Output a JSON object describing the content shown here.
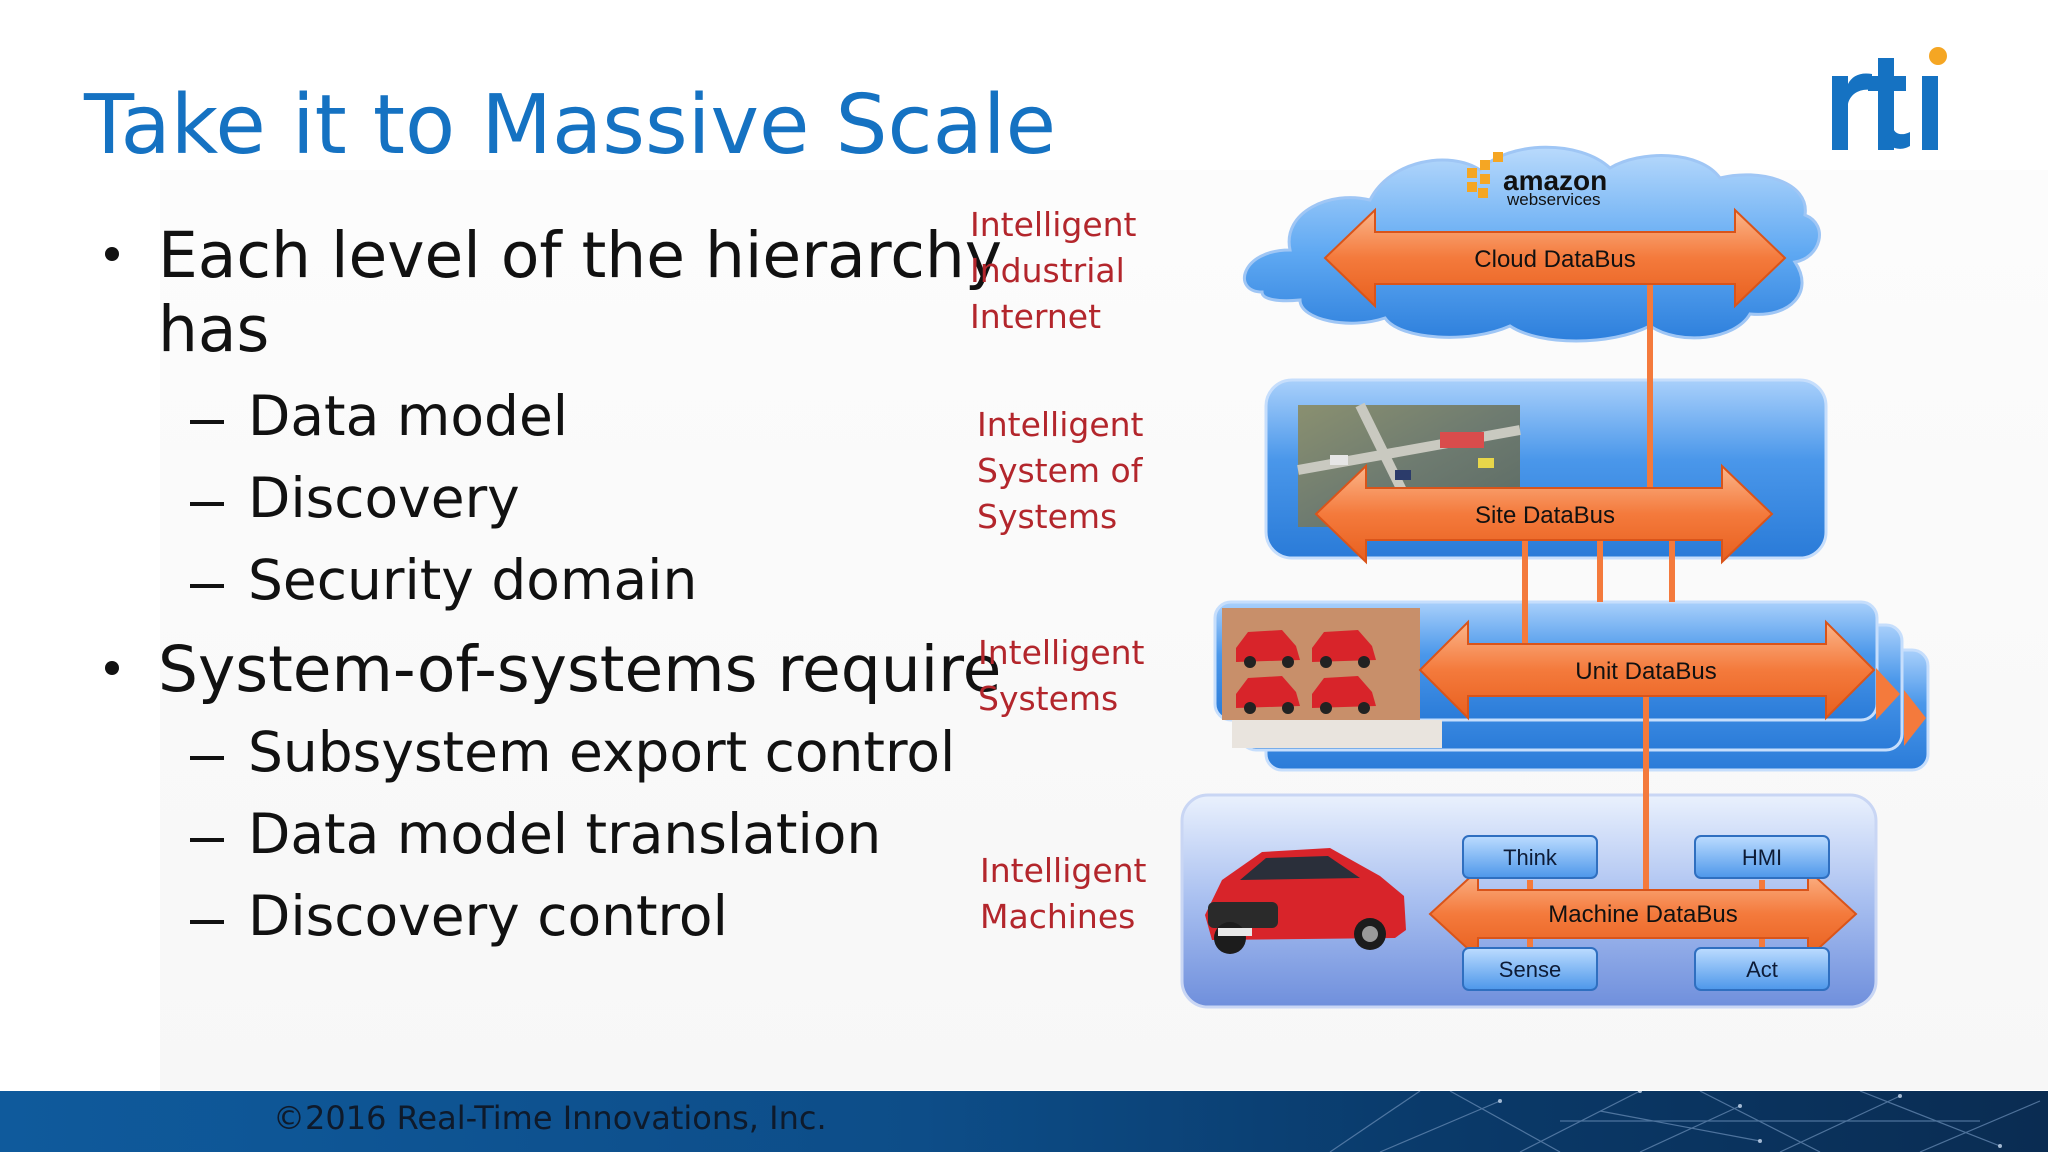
{
  "slide": {
    "title": "Take it to Massive Scale",
    "bullets": [
      {
        "text_line1": "Each level of the hierarchy",
        "text_line2": "has",
        "subitems": [
          "Data model",
          "Discovery",
          "Security domain"
        ]
      },
      {
        "text": "System-of-systems require",
        "subitems": [
          "Subsystem export control",
          "Data model translation",
          "Discovery control"
        ]
      }
    ],
    "footer": "©2016 Real-Time Innovations, Inc.",
    "logo_text": "rti"
  },
  "diagram": {
    "levels": [
      {
        "line1": "Intelligent",
        "line2": "Industrial",
        "line3": "Internet"
      },
      {
        "line1": "Intelligent",
        "line2": "System of",
        "line3": "Systems"
      },
      {
        "line1": "Intelligent",
        "line2": "Systems"
      },
      {
        "line1": "Intelligent",
        "line2": "Machines"
      }
    ],
    "cloud": {
      "brand": "amazon",
      "brand_sub": "webservices",
      "bus": "Cloud DataBus"
    },
    "site": {
      "bus": "Site DataBus"
    },
    "unit": {
      "bus": "Unit DataBus"
    },
    "machine": {
      "bus": "Machine DataBus",
      "boxes": [
        "Think",
        "HMI",
        "Sense",
        "Act"
      ]
    }
  },
  "colors": {
    "title_blue": "#1572c2",
    "level_red": "#b3262c",
    "bus_orange": "#f47a3c",
    "panel_blue": "#3c8fe6",
    "footer_blue": "#0f5a9c"
  }
}
